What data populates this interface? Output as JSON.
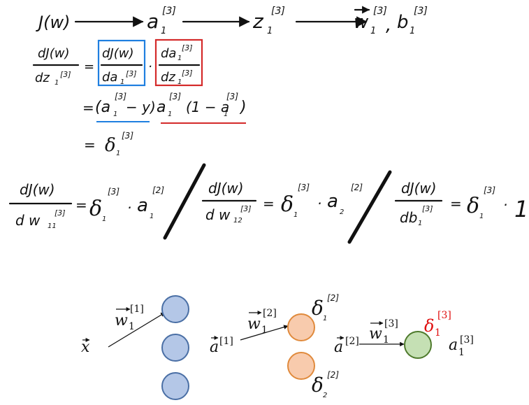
{
  "colors": {
    "ink": "#111111",
    "blue_box": "#1f7fe0",
    "red_box": "#d42a2a",
    "node_blue_fill": "#b4c7e7",
    "node_blue_stroke": "#4a6fa5",
    "node_orange_fill": "#f8cbad",
    "node_orange_stroke": "#e08a3c",
    "node_green_fill": "#c5e0b4",
    "node_green_stroke": "#4e7a2c",
    "delta_highlight": "#e01010"
  },
  "chain": {
    "j": "J(w)",
    "a": "a",
    "z": "z",
    "w": "w",
    "b": "b",
    "sub": "1",
    "sup": "[3]",
    "comma": ","
  },
  "derivation": {
    "lhs_num": "dJ(w)",
    "lhs_den_base": "dz",
    "lhs_den_sub": "1",
    "lhs_den_sup": "[3]",
    "equals": "=",
    "blue_num": "dJ(w)",
    "blue_den_base": "da",
    "blue_den_sub": "1",
    "blue_den_sup": "[3]",
    "dot": "·",
    "red_num_base": "da",
    "red_num_sub": "1",
    "red_num_sup": "[3]",
    "red_den_base": "dz",
    "red_den_sub": "1",
    "red_den_sup": "[3]",
    "line2_open": "(a",
    "line2_sub": "1",
    "line2_sup": "[3]",
    "line2_minus_y": "− y)",
    "line2_a": "a",
    "line2_sub2": "1",
    "line2_sup2": "[3]",
    "line2_paren": "(1 − a",
    "line2_sub3": "1",
    "line2_sup3": "[3]",
    "line2_close": ")",
    "line3_delta": "δ",
    "line3_sub": "1",
    "line3_sup": "[3]"
  },
  "gradients": {
    "g1_num": "dJ(w)",
    "g1_den": "d w",
    "g1_den_sub": "11",
    "g1_den_sup": "[3]",
    "g1_rhs_delta": "δ",
    "g1_rhs_sub": "1",
    "g1_rhs_sup": "[3]",
    "g1_rhs_a": "a",
    "g1_rhs_a_sub": "1",
    "g1_rhs_a_sup": "[2]",
    "g2_num": "dJ(w)",
    "g2_den": "d w",
    "g2_den_sub": "12",
    "g2_den_sup": "[3]",
    "g2_rhs_delta": "δ",
    "g2_rhs_sub": "1",
    "g2_rhs_sup": "[3]",
    "g2_rhs_a": "a",
    "g2_rhs_a_sub": "2",
    "g2_rhs_a_sup": "[2]",
    "g3_num": "dJ(w)",
    "g3_den": "db",
    "g3_den_sub": "1",
    "g3_den_sup": "[3]",
    "g3_rhs_delta": "δ",
    "g3_rhs_sub": "1",
    "g3_rhs_sup": "[3]",
    "g3_rhs_one": "1",
    "equals": "=",
    "dot": "·"
  },
  "network": {
    "x_label": "x",
    "w1_base": "w",
    "w1_sub": "1",
    "w1_sup": "[1]",
    "a1_base": "a",
    "a1_sup": "[1]",
    "w2_base": "w",
    "w2_sub": "1",
    "w2_sup": "[2]",
    "delta1_base": "δ",
    "delta1_sub": "1",
    "delta1_sup": "[2]",
    "delta2_base": "δ",
    "delta2_sub": "2",
    "delta2_sup": "[2]",
    "a2_base": "a",
    "a2_sup": "[2]",
    "w3_base": "w",
    "w3_sub": "1",
    "w3_sup": "[3]",
    "delta_out_base": "δ",
    "delta_out_sub": "1",
    "delta_out_sup": "[3]",
    "aout_base": "a",
    "aout_sub": "1",
    "aout_sup": "[3]"
  }
}
